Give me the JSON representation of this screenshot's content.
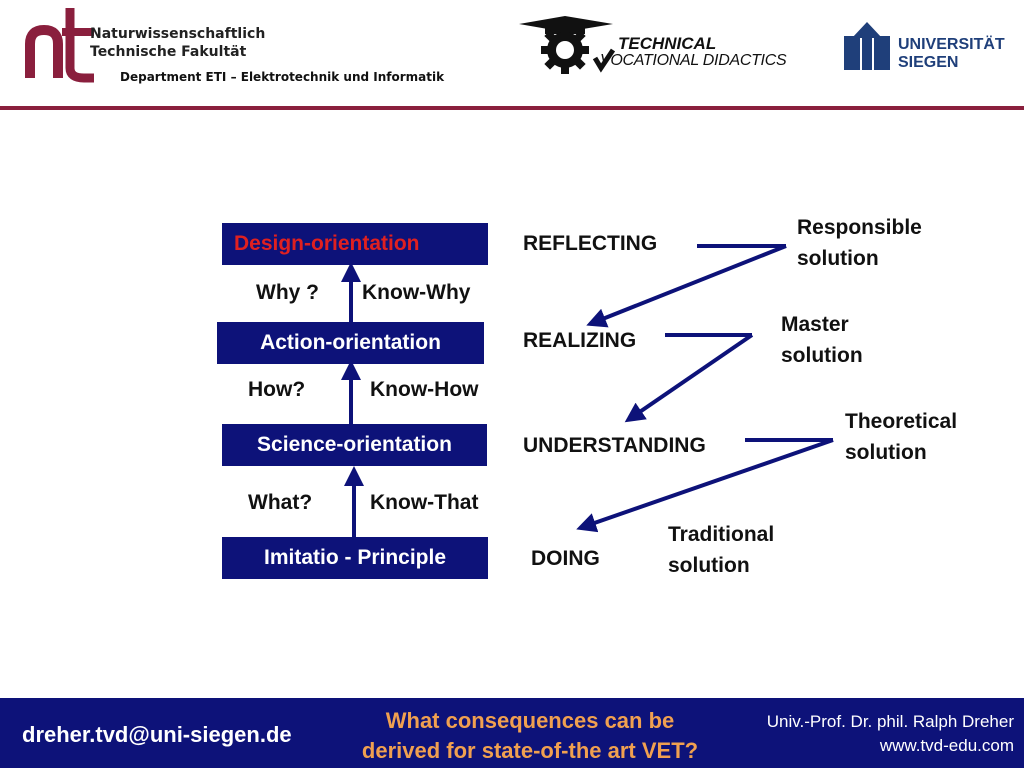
{
  "header": {
    "faculty_line1": "Naturwissenschaftlich",
    "faculty_line2": "Technische Fakultät",
    "department": "Department ETI – Elektrotechnik und Informatik",
    "tvd_line1": "TECHNICAL",
    "tvd_line2": "VOCATIONAL DIDACTICS",
    "university_line1": "UNIVERSITÄT",
    "university_line2": "SIEGEN",
    "accent_color": "#8a1f3d",
    "brand_blue": "#1f3f7a"
  },
  "diagram": {
    "boxes": {
      "design": "Design-orientation",
      "action": "Action-orientation",
      "science": "Science-orientation",
      "imitatio": "Imitatio - Principle"
    },
    "questions": {
      "why": "Why ?",
      "know_why": "Know-Why",
      "how": "How?",
      "know_how": "Know-How",
      "what": "What?",
      "know_that": "Know-That"
    },
    "levels": {
      "reflecting": "REFLECTING",
      "realizing": "REALIZING",
      "understanding": "UNDERSTANDING",
      "doing": "DOING"
    },
    "solutions": {
      "responsible_1": "Responsible",
      "responsible_2": "solution",
      "master_1": "Master",
      "master_2": "solution",
      "theoretical_1": "Theoretical",
      "theoretical_2": "solution",
      "traditional_1": "Traditional",
      "traditional_2": "solution"
    },
    "box_color": "#0d1279",
    "highlight_text_color": "#e02020"
  },
  "footer": {
    "email": "dreher.tvd@uni-siegen.de",
    "question_line1": "What consequences can be",
    "question_line2": "derived for state-of-the art VET?",
    "professor": "Univ.-Prof. Dr. phil. Ralph Dreher",
    "website": "www.tvd-edu.com",
    "question_color": "#f0a050"
  }
}
